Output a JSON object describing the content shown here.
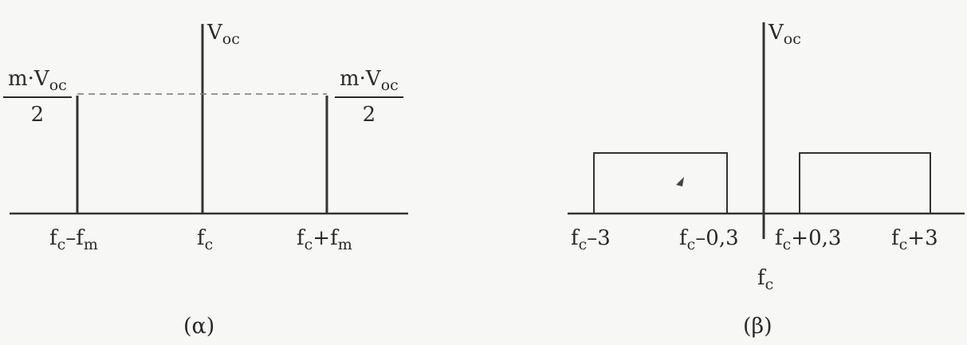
{
  "diagram_a": {
    "caption": "(α)",
    "axis_label": "V",
    "axis_label_sub": "oc",
    "left_line": {
      "num_pre": "m·V",
      "num_sub": "oc",
      "den": "2"
    },
    "right_line": {
      "num_pre": "m·V",
      "num_sub": "oc",
      "den": "2"
    },
    "ticks": [
      {
        "main": "f",
        "sub": "c",
        "rest": "–f",
        "rest_sub": "m"
      },
      {
        "main": "f",
        "sub": "c",
        "rest": "",
        "rest_sub": ""
      },
      {
        "main": "f",
        "sub": "c",
        "rest": "+f",
        "rest_sub": "m"
      }
    ]
  },
  "diagram_b": {
    "caption": "(β)",
    "axis_label": "V",
    "axis_label_sub": "oc",
    "center_label": {
      "main": "f",
      "sub": "c"
    },
    "ticks": [
      {
        "main": "f",
        "sub": "c",
        "rest": "–3"
      },
      {
        "main": "f",
        "sub": "c",
        "rest": "–0,3"
      },
      {
        "main": "f",
        "sub": "c",
        "rest": "+0,3"
      },
      {
        "main": "f",
        "sub": "c",
        "rest": "+3"
      }
    ]
  }
}
